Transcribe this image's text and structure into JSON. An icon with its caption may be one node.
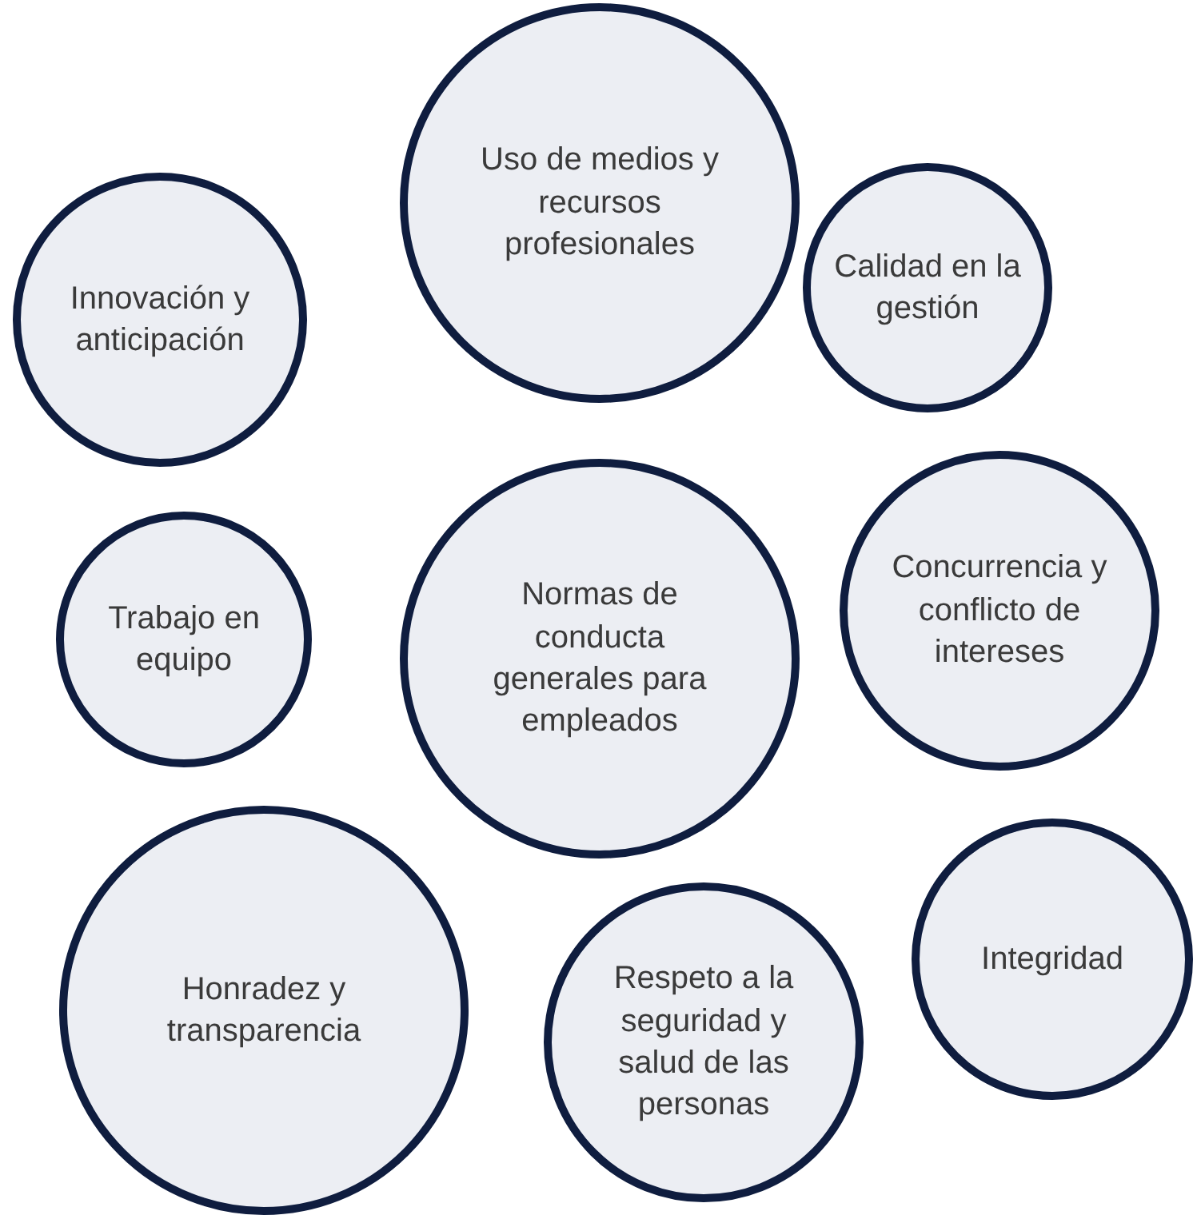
{
  "diagram": {
    "nodes": [
      {
        "text": [
          "Innovación y anticipación"
        ]
      },
      {
        "text": [
          "Uso de medios y recursos profesionales"
        ]
      },
      {
        "text": [
          "Calidad en la gestión"
        ]
      },
      {
        "text": [
          "Trabajo en equipo"
        ]
      },
      {
        "text": [
          "Normas de conducta generales para empleados"
        ]
      },
      {
        "text": [
          "Concurrencia y conflicto de intereses"
        ]
      },
      {
        "text": [
          "Honradez y transparencia"
        ]
      },
      {
        "text": [
          "Respeto a la seguridad y salud de las personas"
        ]
      },
      {
        "text": [
          "Integridad"
        ]
      }
    ],
    "edges": []
  }
}
